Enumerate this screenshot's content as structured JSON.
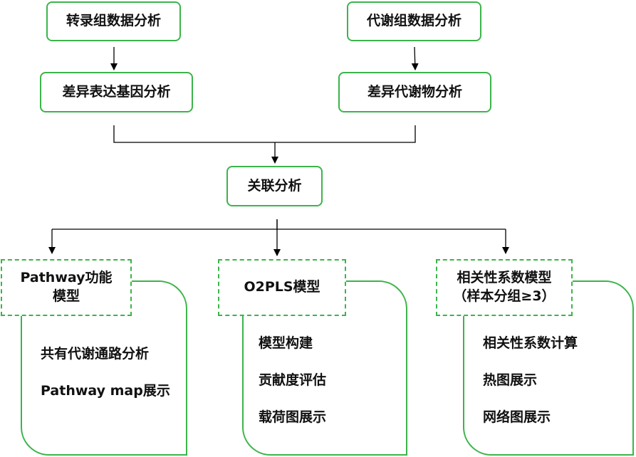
{
  "top": {
    "transcriptome": "转录组数据分析",
    "metabolome": "代谢组数据分析",
    "deg": "差异表达基因分析",
    "dem": "差异代谢物分析",
    "association": "关联分析"
  },
  "branches": [
    {
      "title_line1": "Pathway功能",
      "title_line2": "模型",
      "items": [
        "共有代谢通路分析",
        "Pathway map展示"
      ]
    },
    {
      "title_line1": "O2PLS模型",
      "title_line2": "",
      "items": [
        "模型构建",
        "贡献度评估",
        "载荷图展示"
      ]
    },
    {
      "title_line1": "相关性系数模型",
      "title_line2": "（样本分组≥3）",
      "items": [
        "相关性系数计算",
        "热图展示",
        "网络图展示"
      ]
    }
  ],
  "colors": {
    "border": "#3cb44b",
    "line": "#000000"
  }
}
